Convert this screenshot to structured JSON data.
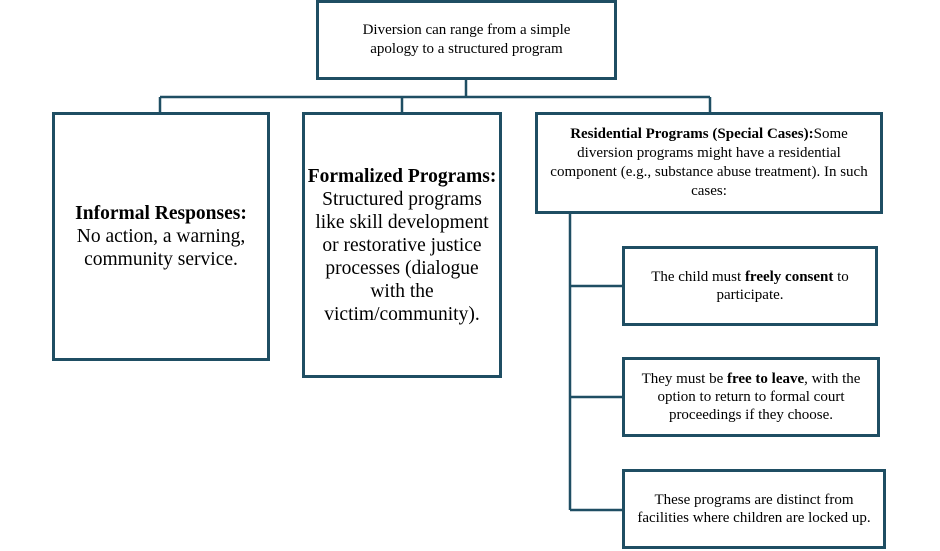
{
  "colors": {
    "border": "#1f4e63",
    "connector": "#1f4e63",
    "background": "#ffffff"
  },
  "root": {
    "text": "Diversion can range from a simple apology to a structured program"
  },
  "informal": {
    "title": "Informal Responses:",
    "body": "No action, a warning, community service."
  },
  "formalized": {
    "title": "Formalized Programs:",
    "body": "Structured programs like skill development or restorative justice processes (dialogue with the victim/community)."
  },
  "residential": {
    "title": "Residential Programs (Special Cases):",
    "body": "Some diversion programs might have a residential component (e.g., substance abuse treatment). In such cases:"
  },
  "conditions": [
    {
      "before": "The child must ",
      "bold": "freely consent",
      "after": " to participate."
    },
    {
      "before": "They must be ",
      "bold": "free to leave",
      "after": ", with the option to return to formal court proceedings if they choose."
    },
    {
      "before": "These programs are distinct from facilities where children are locked up.",
      "bold": "",
      "after": ""
    }
  ]
}
